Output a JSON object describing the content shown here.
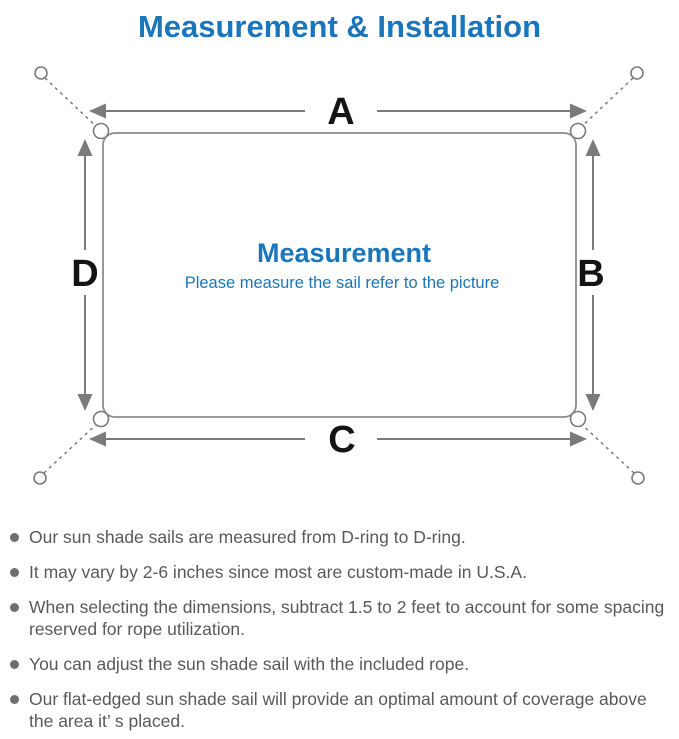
{
  "page": {
    "title": "Measurement & Installation"
  },
  "diagram": {
    "center_title": "Measurement",
    "center_subtitle": "Please measure the sail refer to the picture",
    "side_labels": {
      "top": "A",
      "right": "B",
      "bottom": "C",
      "left": "D"
    }
  },
  "notes": {
    "items": [
      "Our sun shade sails are measured from D-ring to D-ring.",
      "It may vary by 2-6 inches since most are custom-made in U.S.A.",
      "When selecting the dimensions, subtract 1.5 to 2 feet to account for some spacing reserved for rope utilization.",
      "You can adjust the sun shade sail with the included rope.",
      "Our flat-edged sun shade sail will provide an optimal amount of coverage above the area it’ s placed."
    ]
  },
  "colors": {
    "accent_blue": "#1b75bb",
    "body_text_gray": "#595959",
    "line_gray": "#7a7a7a",
    "label_black": "#141414"
  }
}
